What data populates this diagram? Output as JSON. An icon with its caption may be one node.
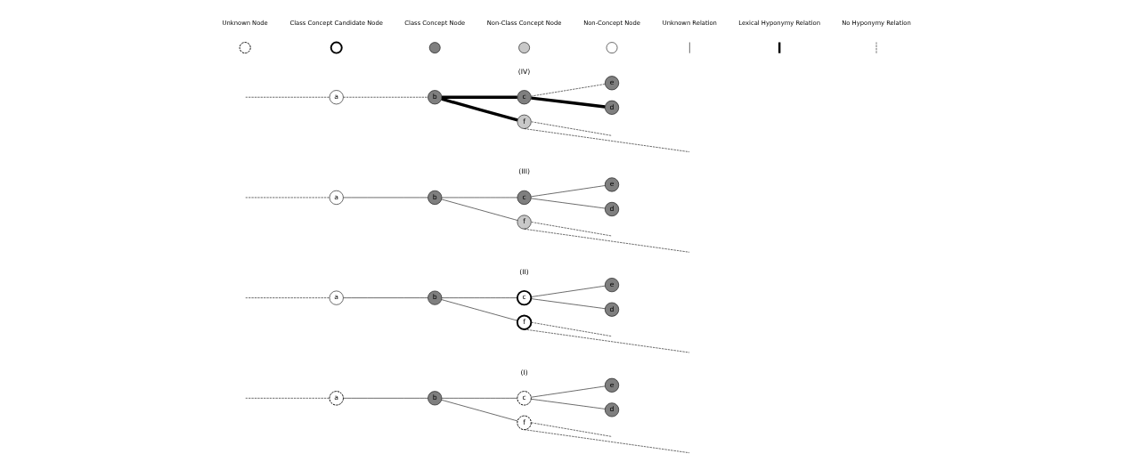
{
  "diagram": {
    "nodes": [
      {
        "text": [
          "a"
        ]
      },
      {
        "text": [
          "b"
        ]
      },
      {
        "text": [
          "c"
        ]
      },
      {
        "text": [
          "d"
        ]
      },
      {
        "text": [
          "e"
        ]
      },
      {
        "text": [
          "f"
        ]
      },
      {
        "text": [
          "a"
        ]
      },
      {
        "text": [
          "b"
        ]
      },
      {
        "text": [
          "c"
        ]
      },
      {
        "text": [
          "d"
        ]
      },
      {
        "text": [
          "e"
        ]
      },
      {
        "text": [
          "f"
        ]
      },
      {
        "text": [
          "a"
        ]
      },
      {
        "text": [
          "b"
        ]
      },
      {
        "text": [
          "c"
        ]
      },
      {
        "text": [
          "d"
        ]
      },
      {
        "text": [
          "e"
        ]
      },
      {
        "text": [
          "f"
        ]
      },
      {
        "text": [
          "a"
        ]
      },
      {
        "text": [
          "b"
        ]
      },
      {
        "text": [
          "c"
        ]
      },
      {
        "text": [
          "d"
        ]
      },
      {
        "text": [
          "e"
        ]
      },
      {
        "text": [
          "f"
        ]
      }
    ],
    "edges": [
      {
        "from": null,
        "to": 0,
        "arrow": "none",
        "style": "dashed"
      },
      {
        "from": 0,
        "to": 1,
        "arrow": "none"
      },
      {
        "from": 1,
        "to": 2,
        "arrow": "none"
      },
      {
        "from": 2,
        "to": 3,
        "arrow": "none"
      },
      {
        "from": 2,
        "to": 4,
        "arrow": "none"
      },
      {
        "from": 1,
        "to": 5,
        "arrow": "none"
      },
      {
        "from": 5,
        "to": null,
        "arrow": "none",
        "style": "dashed"
      },
      {
        "from": 5,
        "to": null,
        "arrow": "none",
        "style": "dashed"
      },
      {
        "from": null,
        "to": 6,
        "arrow": "none",
        "style": "dashed"
      },
      {
        "from": 6,
        "to": 7,
        "arrow": "none"
      },
      {
        "from": 7,
        "to": 8,
        "arrow": "none"
      },
      {
        "from": 8,
        "to": 9,
        "arrow": "none"
      },
      {
        "from": 8,
        "to": 10,
        "arrow": "none"
      },
      {
        "from": 7,
        "to": 11,
        "arrow": "none"
      },
      {
        "from": 11,
        "to": null,
        "arrow": "none",
        "style": "dashed"
      },
      {
        "from": 11,
        "to": null,
        "arrow": "none",
        "style": "dashed"
      },
      {
        "from": null,
        "to": 12,
        "arrow": "none",
        "style": "dashed"
      },
      {
        "from": 12,
        "to": 13,
        "arrow": "none"
      },
      {
        "from": 13,
        "to": 14,
        "arrow": "none"
      },
      {
        "from": 14,
        "to": 15,
        "arrow": "none"
      },
      {
        "from": 14,
        "to": 16,
        "arrow": "none"
      },
      {
        "from": 13,
        "to": 17,
        "arrow": "none"
      },
      {
        "from": 17,
        "to": null,
        "arrow": "none",
        "style": "dashed"
      },
      {
        "from": 17,
        "to": null,
        "arrow": "none",
        "style": "dashed"
      },
      {
        "from": null,
        "to": 18,
        "arrow": "none",
        "style": "dashed"
      },
      {
        "from": 18,
        "to": 19,
        "arrow": "none",
        "style": "dashed"
      },
      {
        "from": 19,
        "to": 20,
        "arrow": "none",
        "style": "thick"
      },
      {
        "from": 20,
        "to": 21,
        "arrow": "none",
        "style": "thick"
      },
      {
        "from": 20,
        "to": 22,
        "arrow": "none",
        "style": "dashed"
      },
      {
        "from": 19,
        "to": 23,
        "arrow": "none",
        "style": "thick"
      },
      {
        "from": 23,
        "to": null,
        "arrow": "none",
        "style": "dashed"
      },
      {
        "from": 23,
        "to": null,
        "arrow": "none",
        "style": "dashed"
      }
    ],
    "labels": [
      "(I)",
      "(II)",
      "(III)",
      "(IV)"
    ],
    "legend": [
      {
        "text": "Unknown Node"
      },
      {
        "text": "Class Concept Candidate Node"
      },
      {
        "text": "Class Concept Node"
      },
      {
        "text": "Non-Class Concept Node"
      },
      {
        "text": "Non-Concept Node"
      },
      {
        "text": "Unknown Relation"
      },
      {
        "text": "Lexical Hyponymy Relation"
      },
      {
        "text": "No Hyponymy Relation"
      }
    ]
  }
}
